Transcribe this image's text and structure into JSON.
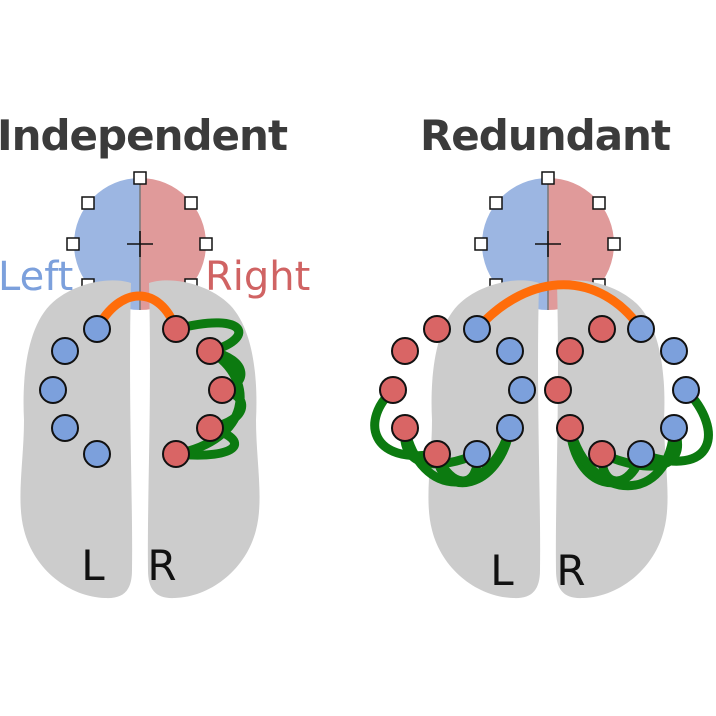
{
  "colors": {
    "left": "#7ca0dc",
    "right": "#d96565",
    "left_field": "#9cb6e2",
    "right_field": "#e09a9a",
    "brain": "#cccccc",
    "callosal": "#ff6d0a",
    "intra": "#0c7a10",
    "title": "#3b3b3b",
    "left_text": "#7ca0dc",
    "right_text": "#d06363"
  },
  "labels": {
    "left_side": "Left",
    "right_side": "Right"
  },
  "panels": [
    {
      "title": "Independent",
      "left_hemisphere": "L",
      "right_hemisphere": "R"
    },
    {
      "title": "Redundant",
      "left_hemisphere": "L",
      "right_hemisphere": "R"
    }
  ]
}
